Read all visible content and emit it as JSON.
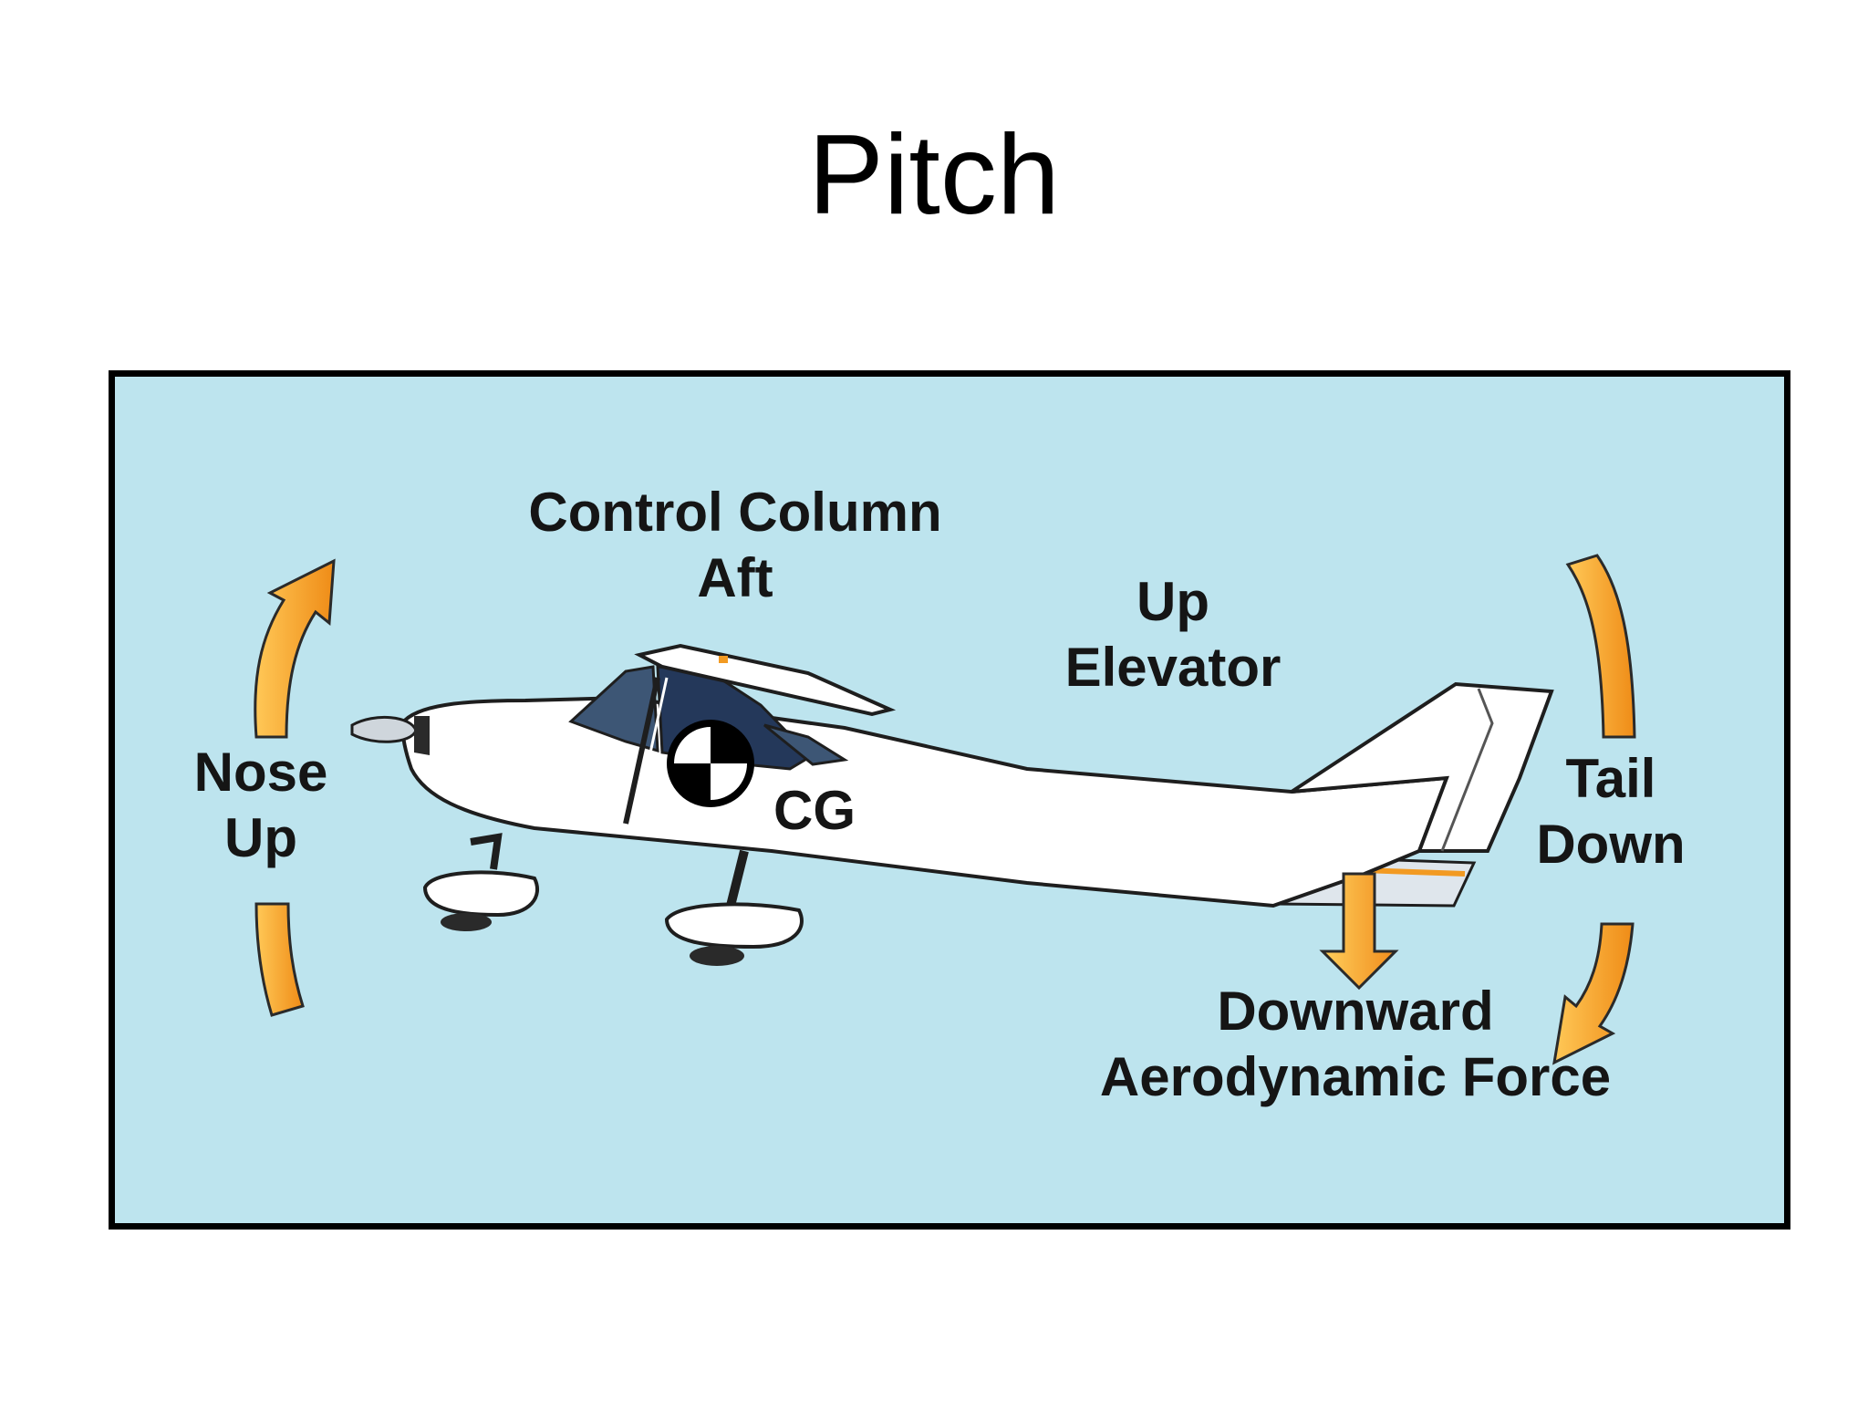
{
  "title": "Pitch",
  "labels": {
    "control_column": [
      "Control Column",
      "Aft"
    ],
    "up_elevator": [
      "Up",
      "Elevator"
    ],
    "nose_up": [
      "Nose",
      "Up"
    ],
    "tail_down": [
      "Tail",
      "Down"
    ],
    "cg": "CG",
    "downward_force": [
      "Downward",
      "Aerodynamic Force"
    ]
  },
  "colors": {
    "sky": "#bde4ee",
    "arrow": "#f29a22",
    "arrow_light": "#ffc857",
    "frame": "#000000",
    "aircraft": "#ffffff",
    "window": "#3d5675"
  },
  "icons": {
    "nose_up_arrow": "curved-arrow-up-icon",
    "tail_down_arrow": "curved-arrow-down-icon",
    "force_arrow": "down-arrow-icon",
    "cg_symbol": "center-of-gravity-icon"
  }
}
